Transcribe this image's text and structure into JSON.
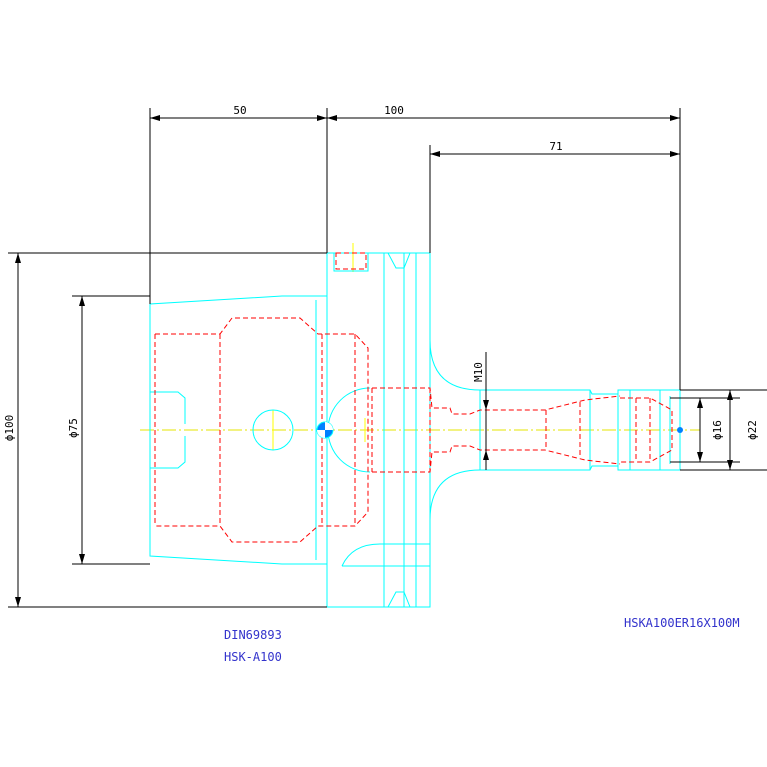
{
  "colors": {
    "outline": "#00ffff",
    "hidden": "#ff0000",
    "dimension": "#000000",
    "centerline": "#ffff00",
    "note": "#3333cc",
    "marker": "#0080ff"
  },
  "dimensions": {
    "len_50": "50",
    "len_100": "100",
    "len_71": "71",
    "dia_100": "ϕ100",
    "dia_75": "ϕ75",
    "thread": "M10",
    "dia_16": "ϕ16",
    "dia_22": "ϕ22"
  },
  "notes": {
    "standard": "DIN69893",
    "interface": "HSK-A100",
    "part_number": "HSKA100ER16X100M"
  }
}
